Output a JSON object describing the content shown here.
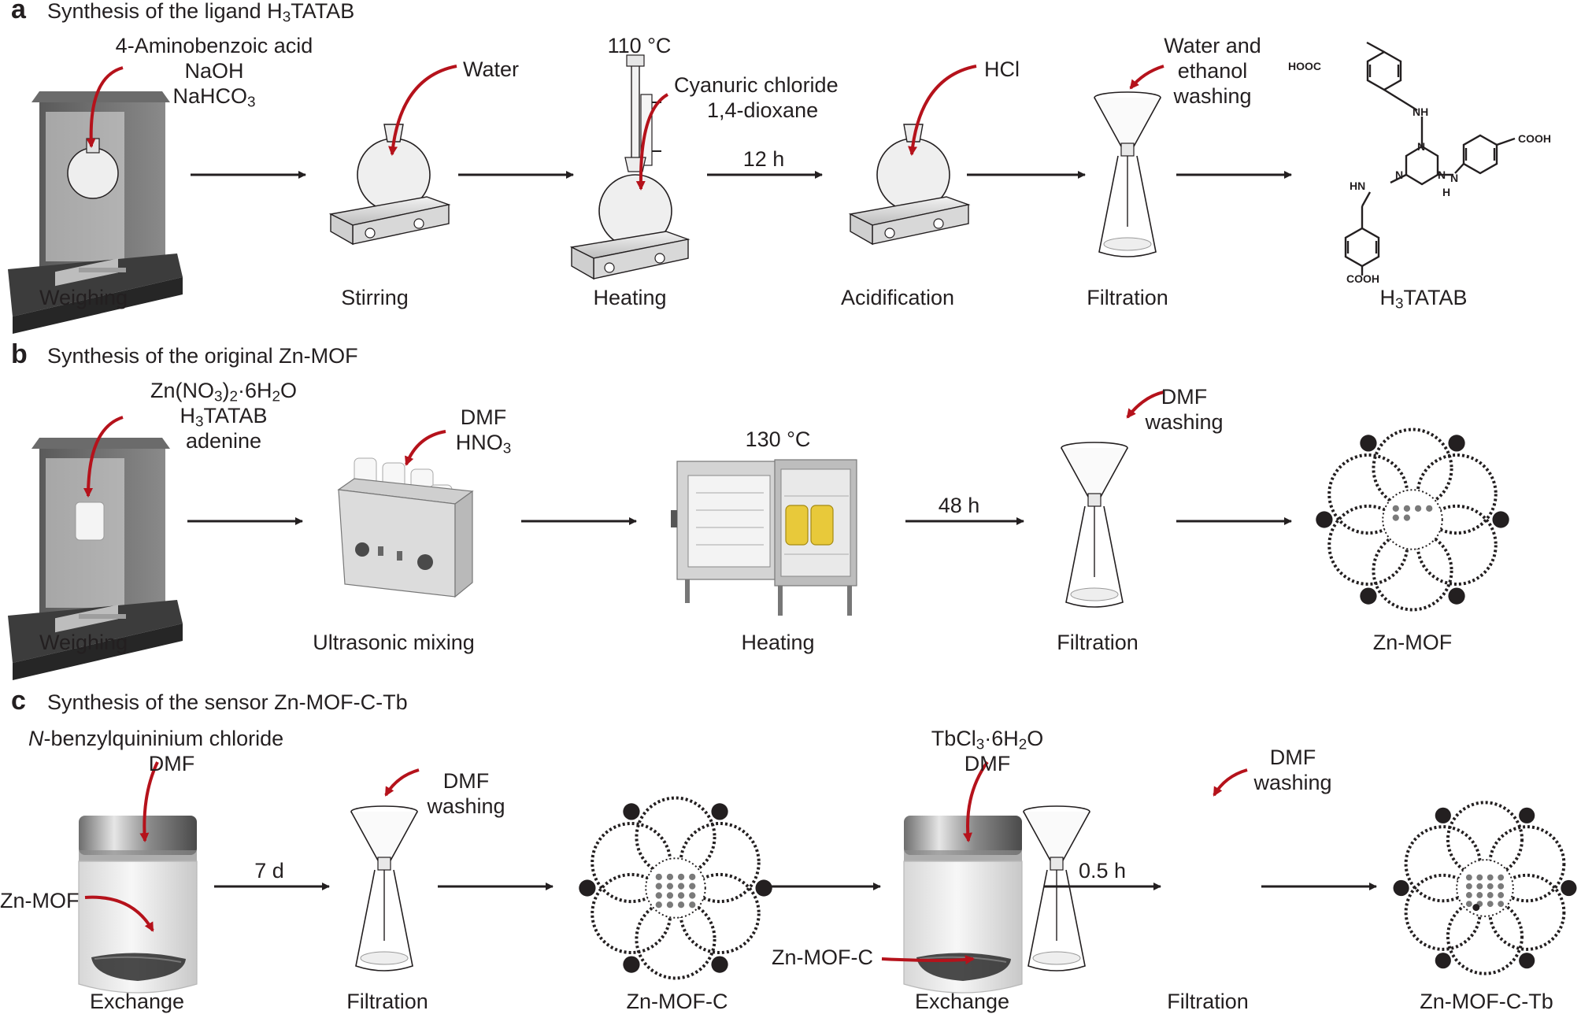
{
  "panels": {
    "a": {
      "letter": "a",
      "title_pre": "Synthesis of the ligand H",
      "title_sub": "3",
      "title_post": "TATAB",
      "steps": {
        "weighing": "Weighing",
        "stirring": "Stirring",
        "heating": "Heating",
        "acidification": "Acidification",
        "filtration": "Filtration",
        "product_pre": "H",
        "product_sub": "3",
        "product_post": "TATAB"
      },
      "reagents": {
        "r1_line1": "4-Aminobenzoic acid",
        "r1_line2": "NaOH",
        "r1_line3_pre": "NaHCO",
        "r1_line3_sub": "3",
        "water": "Water",
        "temp": "110 °C",
        "cc_line1": "Cyanuric chloride",
        "cc_line2": "1,4-dioxane",
        "time": "12 h",
        "hcl": "HCl",
        "wash_line1": "Water and",
        "wash_line2": "ethanol",
        "wash_line3": "washing"
      },
      "structure": {
        "hooc": "HOOC",
        "cooh_right": "COOH",
        "cooh_bottom": "COOH",
        "nh1": "NH",
        "nh2": "HN",
        "nh3": "N",
        "nh3_h": "H",
        "n1": "N",
        "n2": "N",
        "n3": "N"
      }
    },
    "b": {
      "letter": "b",
      "title": "Synthesis of the original Zn-MOF",
      "steps": {
        "weighing": "Weighing",
        "ultrasonic": "Ultrasonic mixing",
        "heating": "Heating",
        "filtration": "Filtration",
        "product": "Zn-MOF"
      },
      "reagents": {
        "zn_pre": "Zn(NO",
        "zn_sub1": "3",
        "zn_mid": ")",
        "zn_sub2": "2",
        "zn_post": "·6H",
        "zn_sub3": "2",
        "zn_end": "O",
        "l2_pre": "H",
        "l2_sub": "3",
        "l2_post": "TATAB",
        "l3": "adenine",
        "dmf": "DMF",
        "hno_pre": "HNO",
        "hno_sub": "3",
        "temp": "130 °C",
        "time": "48 h",
        "wash_line1": "DMF",
        "wash_line2": "washing"
      }
    },
    "c": {
      "letter": "c",
      "title": "Synthesis of the sensor Zn-MOF-C-Tb",
      "steps": {
        "exchange1": "Exchange",
        "filtration1": "Filtration",
        "product1": "Zn-MOF-C",
        "exchange2": "Exchange",
        "filtration2": "Filtration",
        "product2": "Zn-MOF-C-Tb"
      },
      "reagents": {
        "bq_italic": "N",
        "bq_rest": "-benzylquininium chloride",
        "dmf1": "DMF",
        "znmof": "Zn-MOF",
        "time1": "7 d",
        "wash1_line1": "DMF",
        "wash1_line2": "washing",
        "tb_pre": "TbCl",
        "tb_sub1": "3",
        "tb_mid": "·6H",
        "tb_sub2": "2",
        "tb_post": "O",
        "dmf2": "DMF",
        "znmofc": "Zn-MOF-C",
        "time2": "0.5 h",
        "wash2_line1": "DMF",
        "wash2_line2": "washing"
      }
    }
  },
  "colors": {
    "arrow_red": "#b5121b",
    "ink": "#231f20",
    "crystal_yellow": "#e8c93a"
  }
}
